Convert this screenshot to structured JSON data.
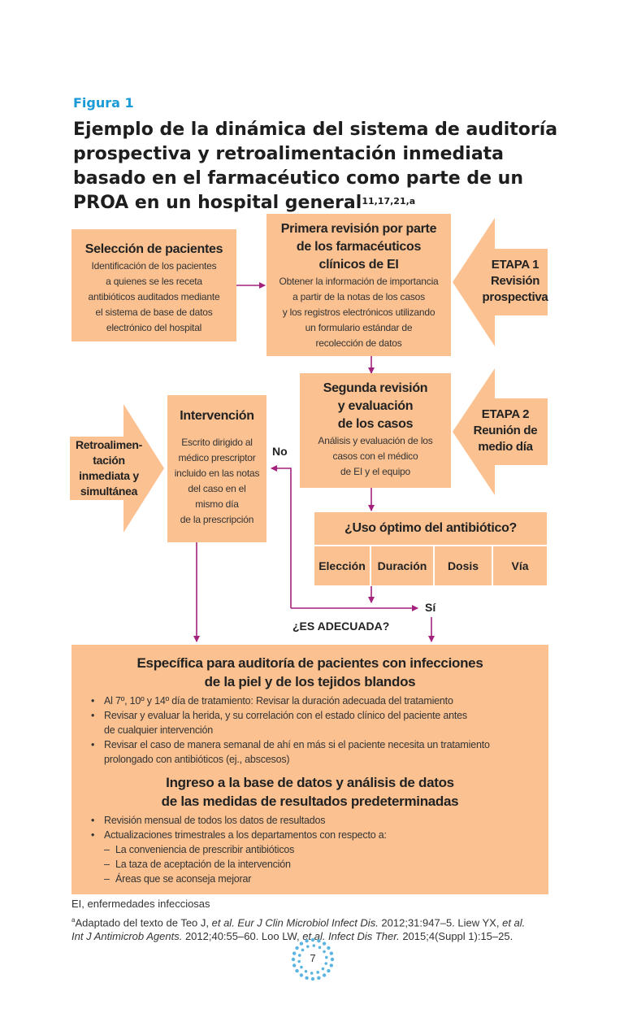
{
  "figure_label": "Figura 1",
  "title": "Ejemplo de la dinámica del sistema de auditoría prospectiva y retroalimentación inmediata basado en el farmacéutico como parte de un PROA en un hospital general",
  "title_refs": "11,17,21,a",
  "seleccion": {
    "title": "Selección de pacientes",
    "lines": [
      "Identificación de los pacientes",
      "a quienes se les receta",
      "antibióticos auditados mediante",
      "el sistema de base de datos",
      "electrónico del hospital"
    ]
  },
  "primera": {
    "title_lines": [
      "Primera revisión por parte",
      "de los farmacéuticos",
      "clínicos de EI"
    ],
    "lines": [
      "Obtener la información de importancia",
      "a partir de la notas de los casos",
      "y los registros electrónicos utilizando",
      "un formulario estándar de",
      "recolección de datos"
    ]
  },
  "etapa1": {
    "lines": [
      "ETAPA 1",
      "Revisión",
      "prospectiva"
    ]
  },
  "segunda": {
    "title_lines": [
      "Segunda revisión",
      "y evaluación",
      "de los casos"
    ],
    "lines": [
      "Análisis y evaluación de los",
      "casos con el médico",
      "de EI y el equipo"
    ]
  },
  "etapa2": {
    "lines": [
      "ETAPA 2",
      "Reunión de",
      "medio día"
    ]
  },
  "retro": {
    "lines": [
      "Retroalimen-",
      "tación",
      "inmediata y",
      "simultánea"
    ]
  },
  "intervencion": {
    "title": "Intervención",
    "lines": [
      "Escrito dirigido al",
      "médico prescriptor",
      "incluido en las notas",
      "del caso en el",
      "mismo día",
      "de la prescripción"
    ]
  },
  "uso": {
    "question": "¿Uso óptimo del antibiótico?",
    "cells": [
      "Elección",
      "Duración",
      "Dosis",
      "Vía"
    ]
  },
  "no_label": "No",
  "si_label": "Sí",
  "adecuada_label": "¿ES ADECUADA?",
  "bottom": {
    "head1_lines": [
      "Específica para auditoría de pacientes con infecciones",
      "de la piel y de los tejidos blandos"
    ],
    "bullets1": [
      [
        "Al 7º, 10º y 14º día de tratamiento: Revisar la duración adecuada del tratamiento"
      ],
      [
        "Revisar y evaluar la herida, y su correlación con el estado clínico del paciente antes",
        "de cualquier intervención"
      ],
      [
        "Revisar el caso de manera semanal de ahí en más si el paciente necesita un tratamiento",
        "prolongado con antibióticos (ej., abscesos)"
      ]
    ],
    "head2_lines": [
      "Ingreso a la base de datos y análisis de datos",
      "de las medidas de resultados predeterminadas"
    ],
    "bullets2": [
      "Revisión mensual de todos los datos de resultados",
      "Actualizaciones trimestrales a los departamentos con respecto a:"
    ],
    "subitems": [
      "La conveniencia de prescribir antibióticos",
      "La taza de aceptación de la intervención",
      "Áreas que se aconseja mejorar"
    ]
  },
  "footnote_abbrev": "EI, enfermedades infecciosas",
  "footnote_ref": {
    "marker": "a",
    "line1_parts": [
      "Adaptado del texto de Teo J, ",
      "et al. Eur J Clin Microbiol Infect Dis.",
      " 2012;31:947–5. Liew YX, ",
      "et al."
    ],
    "line2_parts": [
      "Int J Antimicrob Agents.",
      " 2012;40:55–60. Loo LW, ",
      "et al. Infect Dis Ther.",
      " 2015;4(Suppl 1):15–25."
    ]
  },
  "page_number": "7",
  "colors": {
    "box": "#fbc191",
    "arrow": "#a4217d",
    "blue": "#1a9ad6",
    "dots": "#5bb5e0"
  }
}
